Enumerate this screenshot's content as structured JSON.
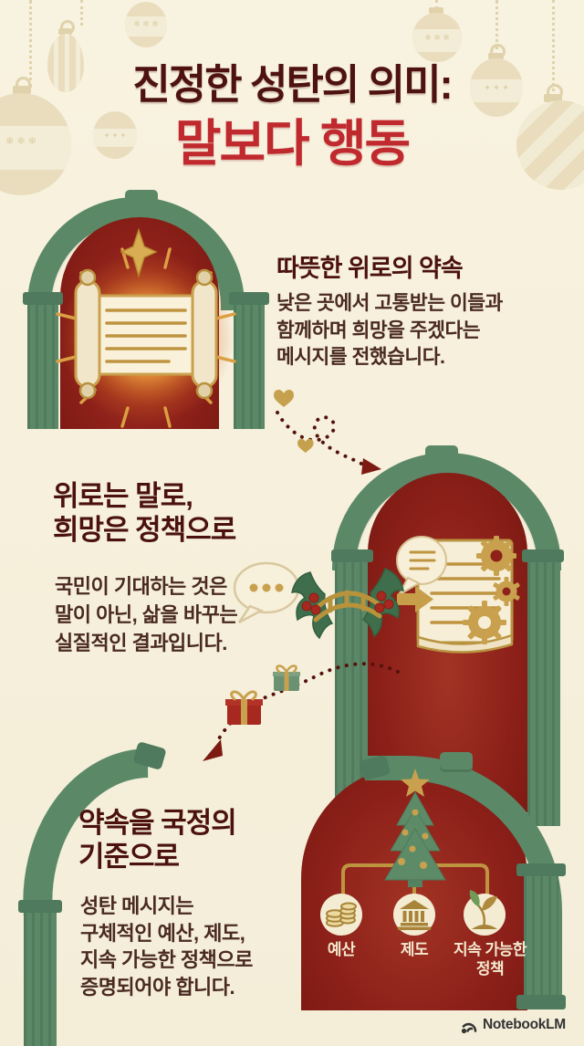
{
  "title": {
    "line1": "진정한 성탄의 의미:",
    "line2": "말보다 행동"
  },
  "sections": [
    {
      "id": "promise",
      "heading": "따뜻한 위로의 약속",
      "body": "낮은 곳에서 고통받는 이들과\n함께하며 희망을 주겠다는\n메시지를 전했습니다."
    },
    {
      "id": "policy",
      "heading": "위로는 말로,\n희망은 정책으로",
      "body": "국민이 기대하는 것은\n말이 아닌, 삶을 바꾸는\n실질적인 결과입니다."
    },
    {
      "id": "standard",
      "heading": "약속을 국정의\n기준으로",
      "body": "성탄 메시지는\n구체적인 예산, 제도,\n지속 가능한 정책으로\n증명되어야 합니다.",
      "nodes": [
        {
          "label": "예산",
          "icon": "coins-icon"
        },
        {
          "label": "제도",
          "icon": "bank-icon"
        },
        {
          "label": "지속 가능한\n정책",
          "icon": "sprout-icon"
        }
      ]
    }
  ],
  "footer": {
    "brand": "NotebookLM"
  },
  "decorations": {
    "snowflake_pattern": "❄ ❄ ❄",
    "star_pattern": "✦ ✦ ✦",
    "icons": [
      "bauble-ornament-icon",
      "bethlehem-star-icon",
      "scroll-icon",
      "speech-bubble-icon",
      "document-icon",
      "gear-icon",
      "holly-icon",
      "bridge-icon",
      "gold-arrow-icon",
      "heart-icon",
      "gift-icon",
      "christmas-tree-icon",
      "star-icon",
      "coins-icon",
      "bank-icon",
      "sprout-icon",
      "notebooklm-logo-icon"
    ]
  },
  "colors": {
    "background": "#f6f0dc",
    "title_dark": "#4e1210",
    "title_red": "#c02a2e",
    "arch_green": "#5b8968",
    "arch_green_dark": "#4f7a5d",
    "arch_red": "#8e211a",
    "gold": "#c8a04c",
    "text_brown": "#4a2a20",
    "ornament_beige": "#e9ddbd",
    "label_cream": "#f2e9cf",
    "trail_dot": "#54120c"
  }
}
